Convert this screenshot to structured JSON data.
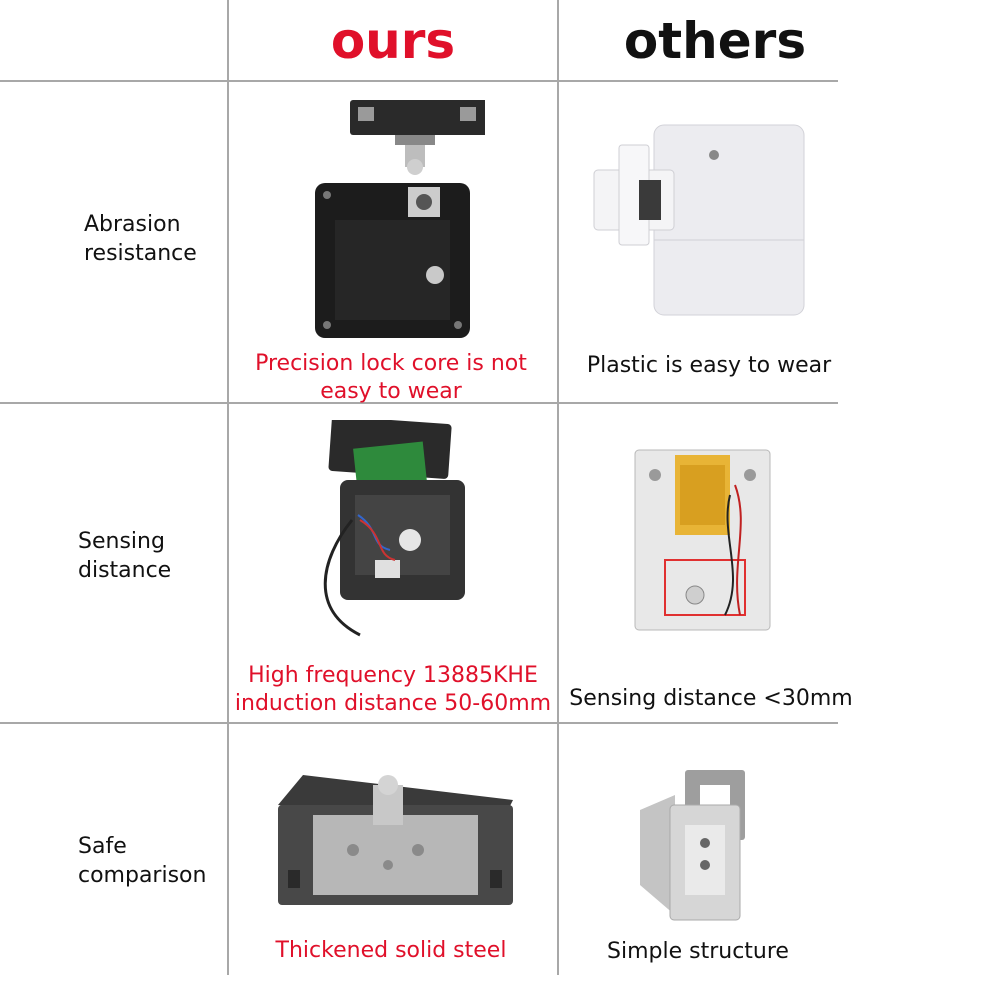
{
  "header": {
    "ours": "ours",
    "others": "others"
  },
  "colors": {
    "accent": "#e0102a",
    "text": "#111111",
    "grid": "#a8a8a8"
  },
  "rows": [
    {
      "label": "Abrasion resistance",
      "ours_caption": "Precision lock core is not easy to wear",
      "others_caption": "Plastic is easy to wear"
    },
    {
      "label": "Sensing distance",
      "ours_caption_line1": "High frequency 13885KHE",
      "ours_caption_line2": "induction distance 50-60mm",
      "others_caption": "Sensing distance <30mm"
    },
    {
      "label": "Safe comparison",
      "ours_caption": "Thickened solid steel",
      "others_caption": "Simple structure"
    }
  ]
}
